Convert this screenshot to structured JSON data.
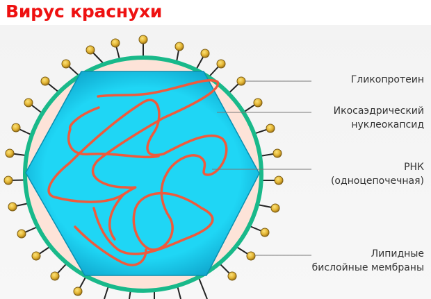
{
  "title": "Вирус краснухи",
  "labels": {
    "glycoprotein": "Гликопротеин",
    "nucleocapsid_line1": "Икосаэдрический",
    "nucleocapsid_line2": "нуклеокапсид",
    "rna_line1": "РНК",
    "rna_line2": "(одноцепочечная)",
    "membrane_line1": "Липидные",
    "membrane_line2": "бислойные мембраны"
  },
  "colors": {
    "title": "#ee1111",
    "capsid": "#1fd3f2",
    "capsid_edge": "#0a8fb0",
    "rna": "#ef5a3c",
    "envelope_ring": "#19b98a",
    "membrane_fill": "#fde3d8",
    "spike_head": "#e1b23a",
    "spike_stalk": "#222222",
    "leader_line": "#777777"
  }
}
